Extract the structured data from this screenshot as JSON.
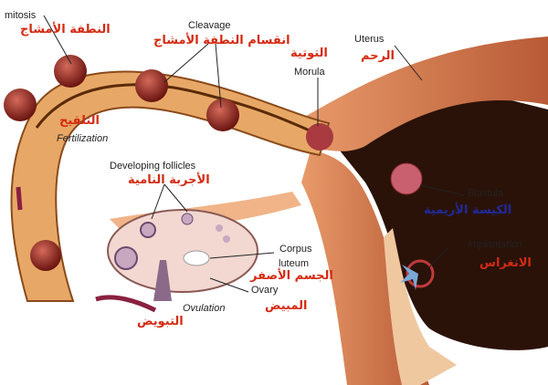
{
  "title": "Fertilization and implantation diagram",
  "labels": {
    "mitosis": {
      "en": "mitosis",
      "ar": "النطفة الأمشاج"
    },
    "cleavage": {
      "en": "Cleavage",
      "ar": "انقسام النطفة الأمشاج"
    },
    "morula": {
      "en": "Morula",
      "ar": "التوتية"
    },
    "uterus": {
      "en": "Uterus",
      "ar": "الرحم"
    },
    "fertilization": {
      "en": "Fertilization",
      "ar": "التلقيح"
    },
    "follicles": {
      "en": "Developing follicles",
      "ar": "الأجربة النامية"
    },
    "blastula": {
      "en": "Blastula",
      "ar": "الكيسة الأريمية"
    },
    "implantation": {
      "en": "Implantation",
      "ar": "الانغراس"
    },
    "corpus": {
      "en1": "Corpus",
      "en2": "luteum",
      "ar": "الجسم الأصفر"
    },
    "ovary": {
      "en": "Ovary",
      "ar": "المبيض"
    },
    "ovulation": {
      "en": "Ovulation",
      "ar": "التبويض"
    }
  },
  "colors": {
    "arabic_red": "#d42a12",
    "arabic_blue": "#1f2a9c",
    "tissue": "#e0a060",
    "muscle": "#c8643c",
    "cavity": "#2a1208"
  }
}
